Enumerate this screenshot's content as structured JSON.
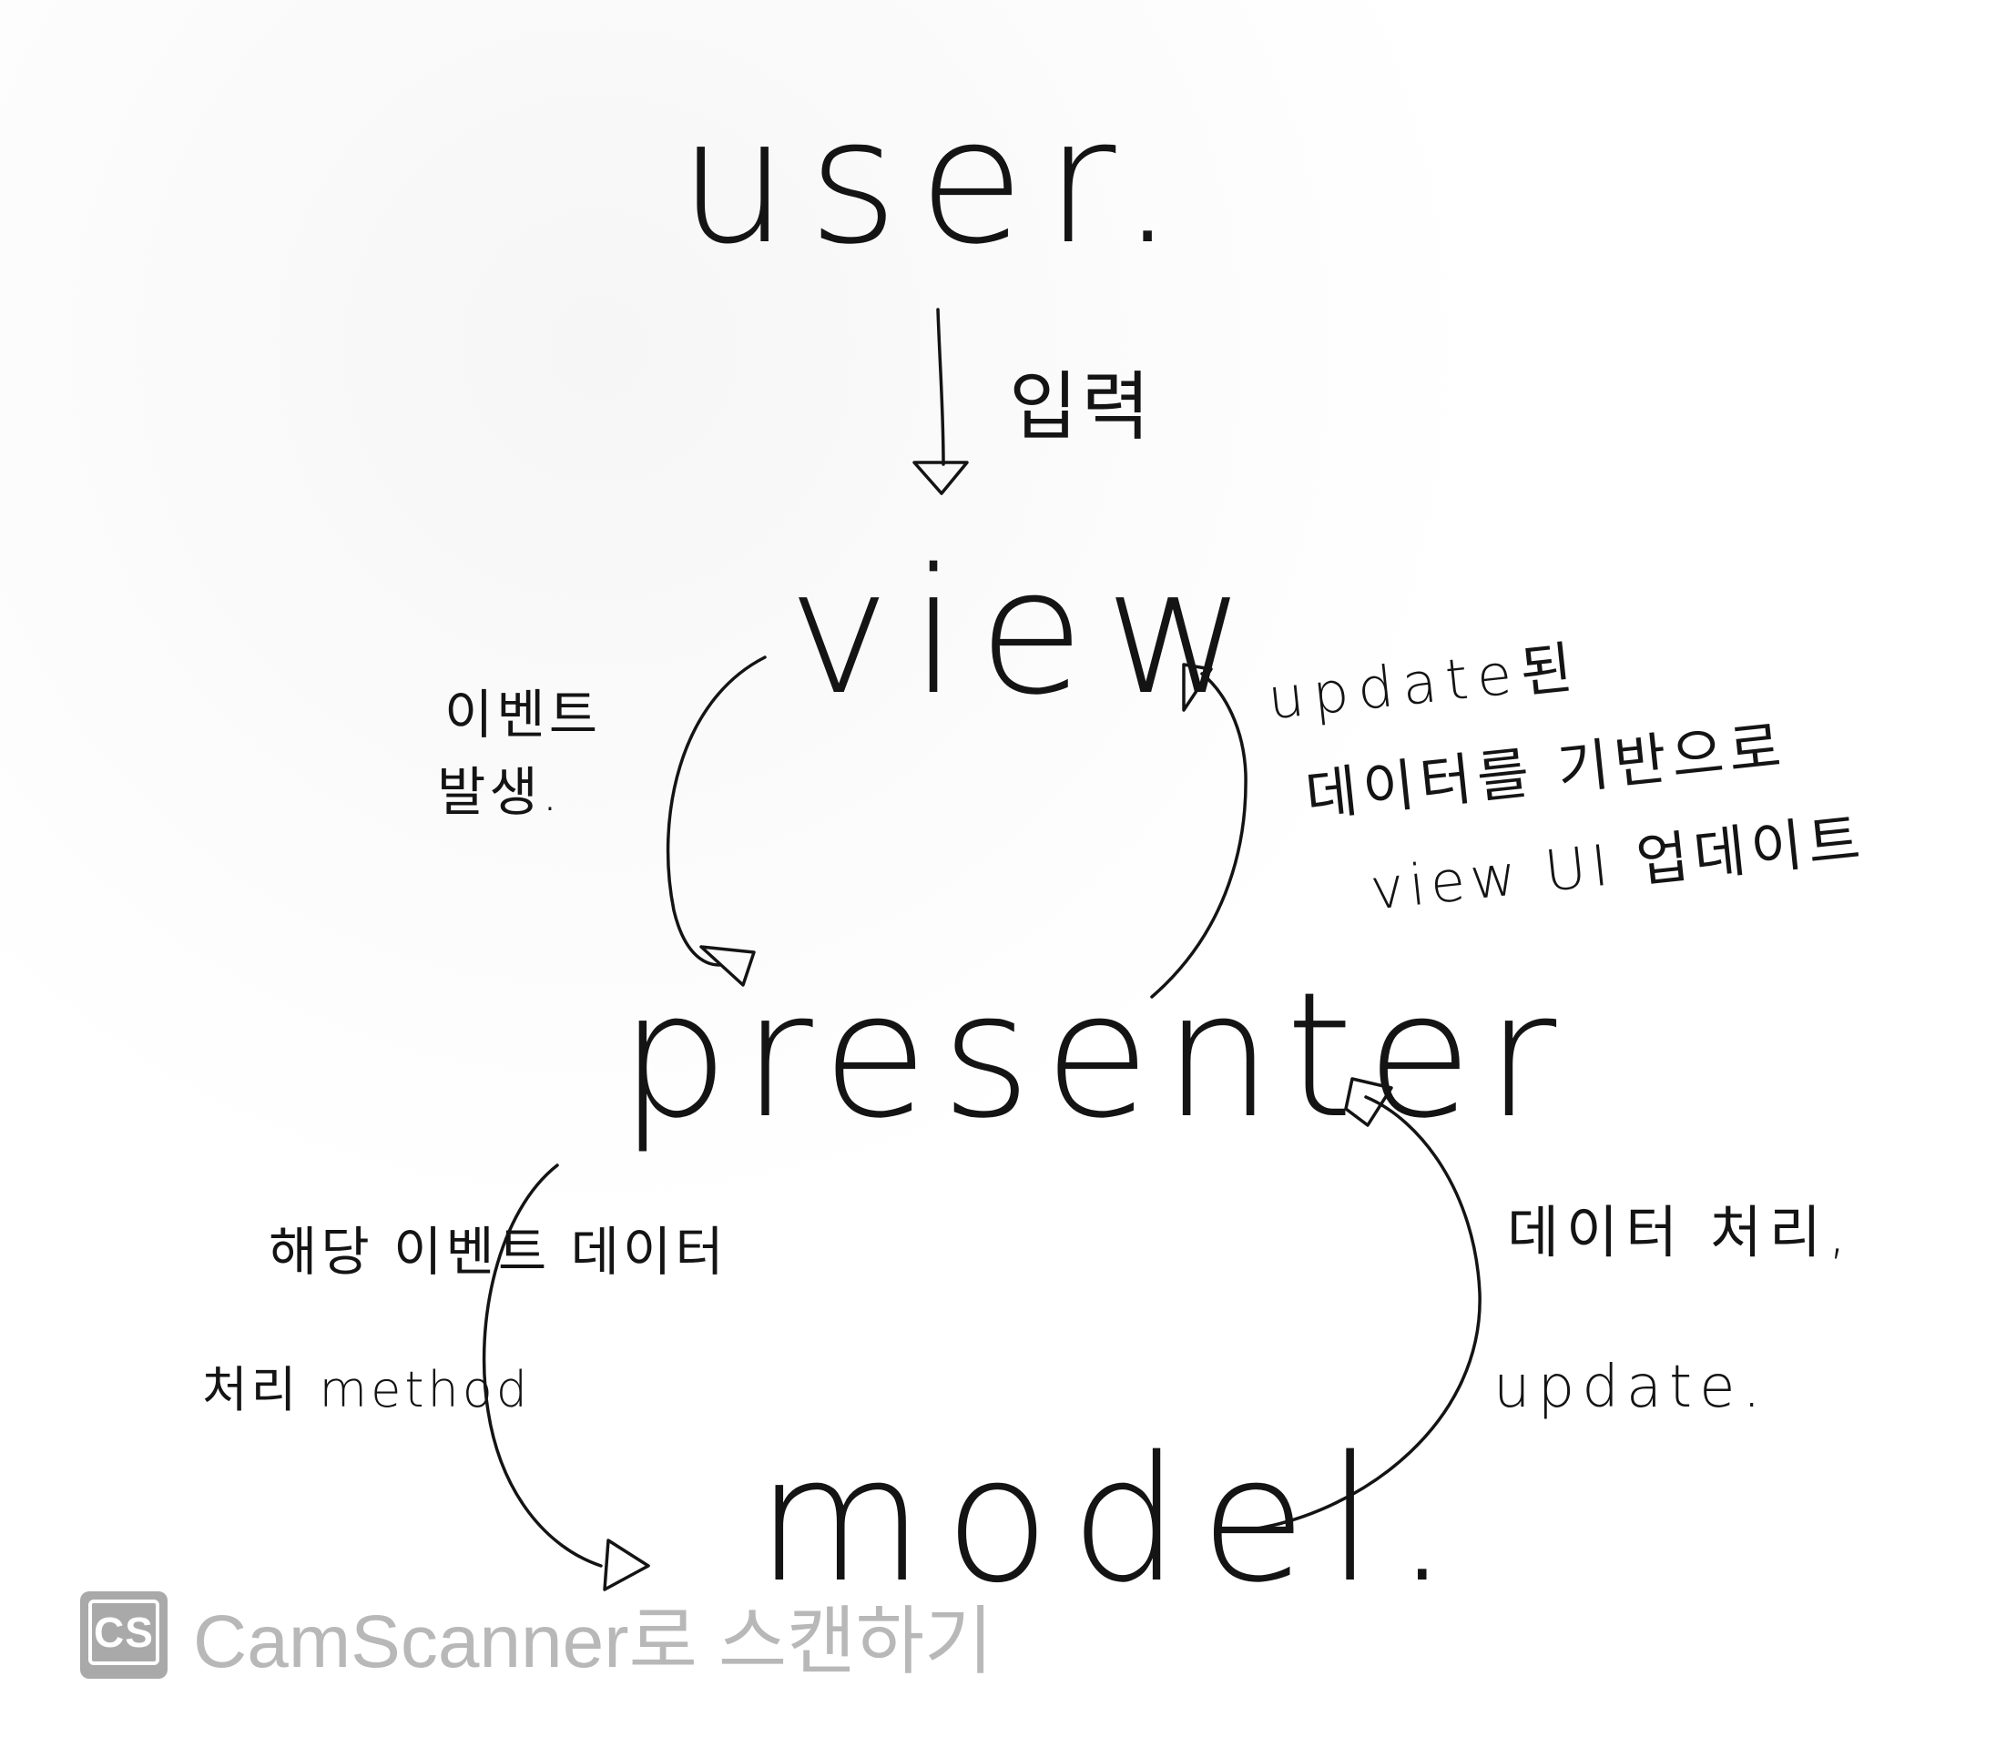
{
  "diagram": {
    "nodes": {
      "user": "user.",
      "view": "view",
      "presenter": "presenter",
      "model": "model."
    },
    "edges": {
      "user_to_view": "입력",
      "view_to_presenter": [
        "이벤트",
        "발생."
      ],
      "presenter_to_view": [
        "update된",
        "데이터를 기반으로",
        "view UI 업데이트"
      ],
      "presenter_to_model": [
        "해당 이벤트 데이터",
        "처리 method"
      ],
      "model_to_presenter": [
        "데이터 처리,",
        "update."
      ]
    }
  },
  "watermark": {
    "logo": "CS",
    "text": "CamScanner로 스캔하기"
  },
  "colors": {
    "ink": "#141414",
    "watermark": "#b8b8b8"
  }
}
